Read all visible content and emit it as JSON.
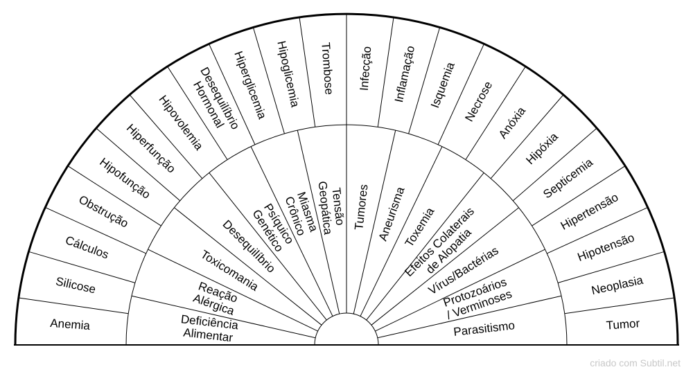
{
  "colors": {
    "line": "#000000",
    "background": "#ffffff",
    "credit": "#c8c8c8"
  },
  "outer_ring": [
    "Anemia",
    "Silicose",
    "Cálculos",
    "Obstrução",
    "Hipofunção",
    "Hiperfunção",
    "Hipovolemia",
    "Desequilíbrio Hormonal",
    "Hiperglicemia",
    "Hipoglicemia",
    "Trombose",
    "Infecção",
    "Inflamação",
    "Isquemia",
    "Necrose",
    "Anóxia",
    "Hipóxia",
    "Septicemia",
    "Hipertensão",
    "Hipotensão",
    "Neoplasia",
    "Tumor"
  ],
  "inner_ring": [
    "Deficiência Alimentar",
    "Reação Alérgica",
    "Toxicomania",
    "Desequilíbrio",
    "Psíquico Genético",
    "Miasma Crônico",
    "Tensão Geopática",
    "Tumores",
    "Aneurisma",
    "Toxemia",
    "Efeitos Colaterais de Alopatia",
    "Vírus/Bactérias",
    "Protozoários / Verminoses",
    "Parasitismo"
  ],
  "credit": "criado com Subtil.net"
}
